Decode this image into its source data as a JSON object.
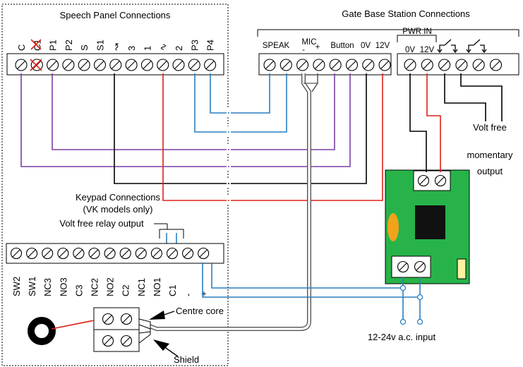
{
  "speech_panel": {
    "title": "Speech Panel Connections",
    "terminals": [
      "C",
      "C1",
      "P1",
      "P2",
      "S",
      "S1",
      "↝",
      "3",
      "1",
      "∿",
      "2",
      "P3",
      "P4"
    ]
  },
  "gate_base": {
    "title": "Gate Base Station Connections",
    "group_labels": [
      "SPEAK",
      "MIC",
      "Button",
      "0V",
      "12V"
    ],
    "mic_minus": "-",
    "mic_plus": "+",
    "pwr_in": {
      "title": "PWR IN",
      "labels": [
        "0V",
        "12V"
      ]
    },
    "volt_free_output": [
      "Volt free",
      "momentary",
      "output"
    ]
  },
  "keypad": {
    "title_lines": [
      "Keypad Connections",
      "(VK models only)"
    ],
    "relay_label": "Volt free relay output",
    "terminals": [
      "SW2",
      "SW1",
      "NC3",
      "NO3",
      "C3",
      "NC2",
      "NO2",
      "C2",
      "NC1",
      "NO1",
      "C1",
      "-",
      "+"
    ]
  },
  "coax": {
    "centre_core": "Centre core",
    "shield": "Shield"
  },
  "ac_input_label": "12-24v a.c. input",
  "colors": {
    "purple": "#7b3fa5",
    "red": "#e0201a",
    "blue": "#2a7fc1",
    "black": "#000000",
    "grey": "#777777",
    "pcb_green": "#27b34a",
    "ground_cap": "#f2a31b",
    "bridge": "#111111",
    "fuse": "#fff0a0"
  }
}
